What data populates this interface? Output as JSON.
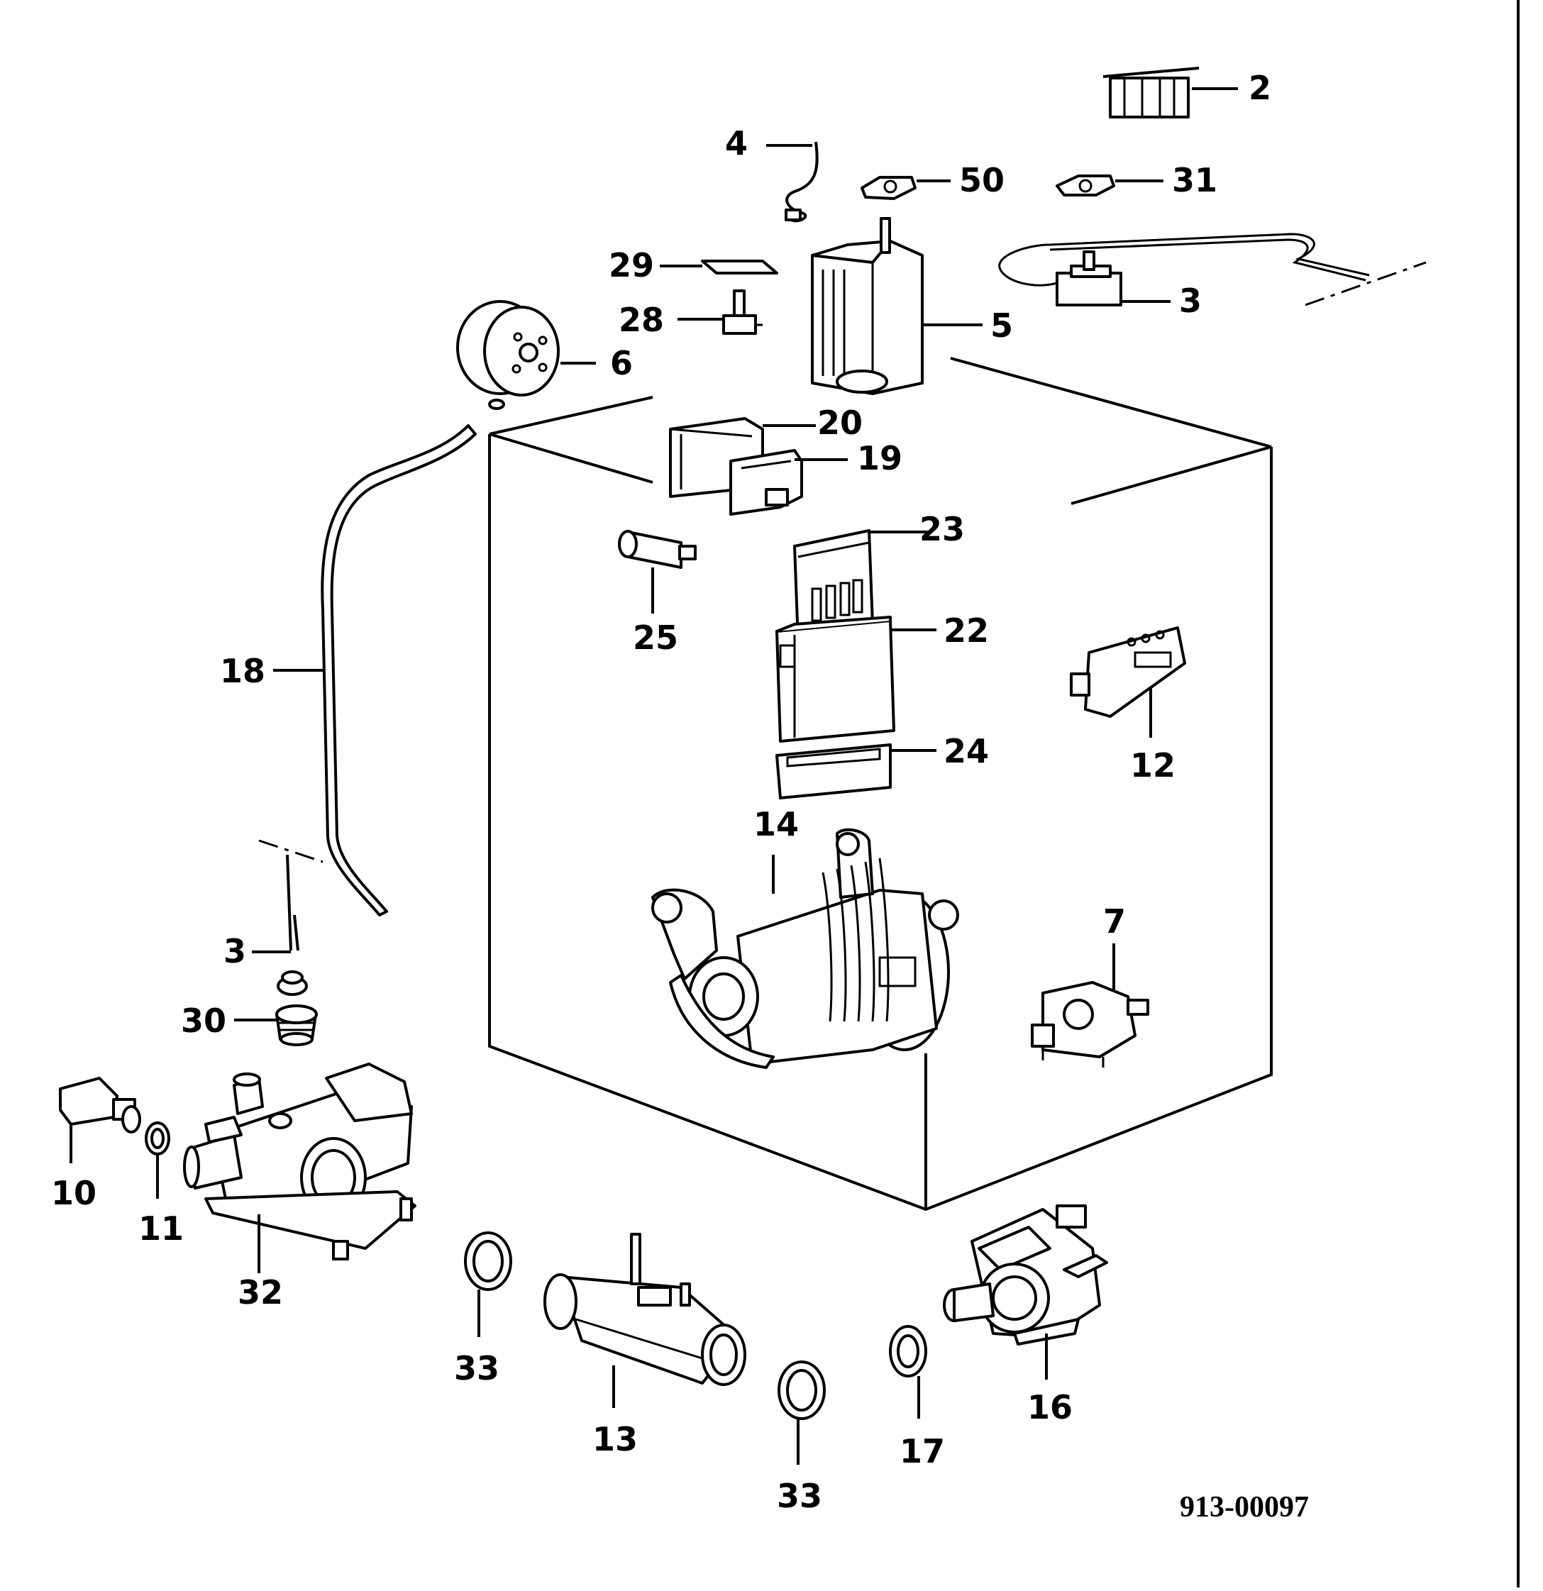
{
  "drawing_code": "913-00097",
  "parts": [
    {
      "id": "p2",
      "label": "2",
      "icon": "terminal-block-icon"
    },
    {
      "id": "p4",
      "label": "4",
      "icon": "wire-lead-icon"
    },
    {
      "id": "p50",
      "label": "50",
      "icon": "gasket-icon"
    },
    {
      "id": "p31",
      "label": "31",
      "icon": "gasket-icon"
    },
    {
      "id": "p29",
      "label": "29",
      "icon": "bracket-icon"
    },
    {
      "id": "p28",
      "label": "28",
      "icon": "switch-icon"
    },
    {
      "id": "p5",
      "label": "5",
      "icon": "program-timer-icon"
    },
    {
      "id": "p3a",
      "label": "3",
      "icon": "pressure-switch-icon"
    },
    {
      "id": "p6",
      "label": "6",
      "icon": "motor-pulley-icon"
    },
    {
      "id": "p20",
      "label": "20",
      "icon": "module-housing-icon"
    },
    {
      "id": "p19",
      "label": "19",
      "icon": "connector-module-icon"
    },
    {
      "id": "p23",
      "label": "23",
      "icon": "circuit-board-icon"
    },
    {
      "id": "p25",
      "label": "25",
      "icon": "capacitor-icon"
    },
    {
      "id": "p22",
      "label": "22",
      "icon": "electronic-box-icon"
    },
    {
      "id": "p24",
      "label": "24",
      "icon": "box-cover-icon"
    },
    {
      "id": "p12",
      "label": "12",
      "icon": "door-interlock-icon"
    },
    {
      "id": "p18",
      "label": "18",
      "icon": "hose-icon"
    },
    {
      "id": "p14",
      "label": "14",
      "icon": "drive-motor-icon"
    },
    {
      "id": "p7",
      "label": "7",
      "icon": "solenoid-valve-icon"
    },
    {
      "id": "p3b",
      "label": "3",
      "icon": "level-sensor-icon"
    },
    {
      "id": "p30",
      "label": "30",
      "icon": "grommet-icon"
    },
    {
      "id": "p10",
      "label": "10",
      "icon": "temperature-sensor-icon"
    },
    {
      "id": "p11",
      "label": "11",
      "icon": "seal-ring-icon"
    },
    {
      "id": "p32",
      "label": "32",
      "icon": "pump-housing-icon"
    },
    {
      "id": "p33a",
      "label": "33",
      "icon": "seal-ring-icon"
    },
    {
      "id": "p13",
      "label": "13",
      "icon": "heater-element-icon"
    },
    {
      "id": "p33b",
      "label": "33",
      "icon": "seal-ring-icon"
    },
    {
      "id": "p17",
      "label": "17",
      "icon": "seal-ring-icon"
    },
    {
      "id": "p16",
      "label": "16",
      "icon": "drain-pump-icon"
    }
  ]
}
